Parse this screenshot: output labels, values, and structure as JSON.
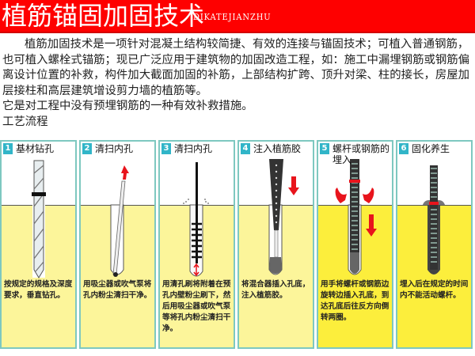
{
  "header": {
    "title": "植筋锚固加固技术",
    "subtitle": "DIKATEJIANZHU",
    "background_color": "#fe0000"
  },
  "intro": {
    "paragraph_1": "植筋加固技术是一项针对混凝土结构较简捷、有效的连接与锚固技术；可植入普通钢筋，也可植入螺栓式锚筋；现已广泛应用于建筑物的加固改造工程，如：施工中漏埋钢筋或钢筋偏离设计位置的补救，构件加大截面加固的补筋，上部结构扩跨、顶升对梁、柱的接长，房屋加层接柱和高层建筑增设剪力墙的植筋等。",
    "paragraph_2": "它是对工程中没有预埋钢筋的一种有效补救措施。",
    "section_title": "工艺流程"
  },
  "steps": [
    {
      "number": "1",
      "label": "基材钻孔",
      "description": "按规定的规格及深度要求，垂直钻孔。",
      "icon": "drill-bit-icon"
    },
    {
      "number": "2",
      "label": "清扫内孔",
      "description": "用吸尘器或吹气泵将孔内粉尘清扫干净。",
      "icon": "air-tube-icon"
    },
    {
      "number": "3",
      "label": "清扫内孔",
      "description": "用清孔刷将附着在预孔内壁粉尘刷下，然后用吸尘器或吹气泵等将孔内粉尘清扫干净。",
      "icon": "hole-brush-icon"
    },
    {
      "number": "4",
      "label": "注入植筋胶",
      "description": "将混合器插入孔底，注入植筋胶。",
      "icon": "glue-mixer-icon"
    },
    {
      "number": "5",
      "label": "螺杆或钢筋的埋入",
      "description": "用手将螺杆或钢筋边旋转边插入孔底，到达孔底后往反方向倒转两圈。",
      "icon": "threaded-rod-rotate-icon"
    },
    {
      "number": "6",
      "label": "固化养生",
      "description": "埋入后在规定的时间内不能活动螺杆。",
      "icon": "cured-rod-icon"
    }
  ],
  "colors": {
    "step_number_bg": "#31b5c8",
    "step_border": "#7ec8c0",
    "ground_light": "#fcf59a",
    "ground_bright": "#fcee3c",
    "arrow_red": "#e8141c"
  }
}
